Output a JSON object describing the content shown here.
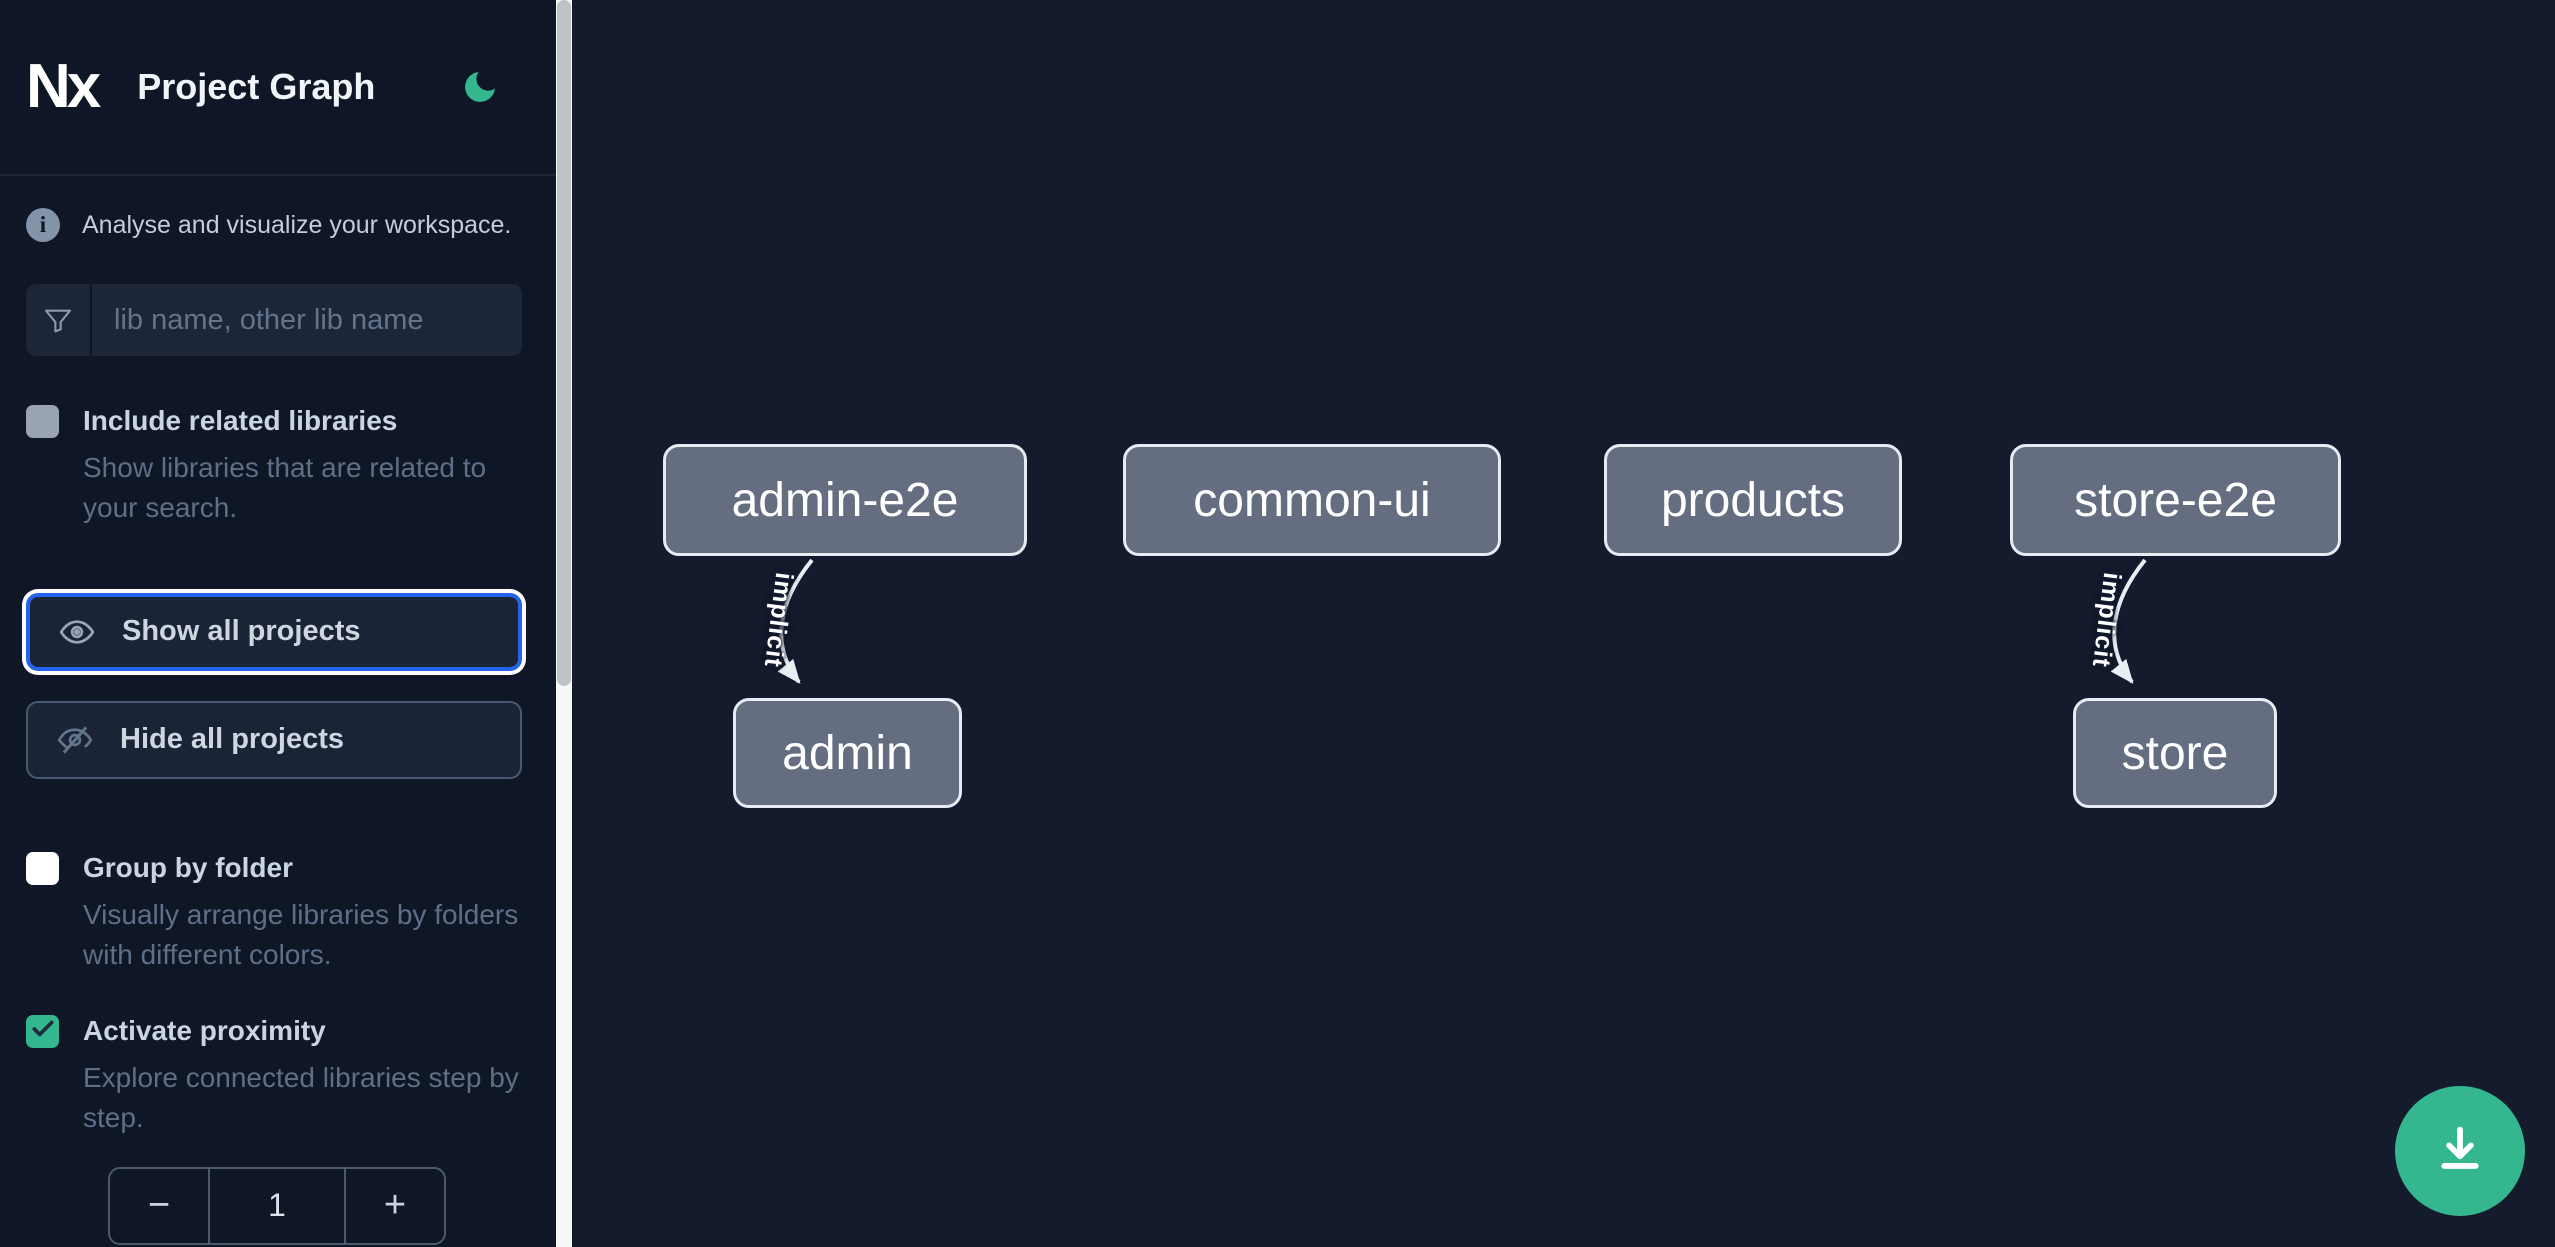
{
  "header": {
    "logo_text": "Nx",
    "title": "Project Graph"
  },
  "intro": {
    "text": "Analyse and visualize your workspace."
  },
  "search": {
    "placeholder": "lib name, other lib name",
    "value": ""
  },
  "controls": {
    "include_related": {
      "label": "Include related libraries",
      "description": "Show libraries that are related to your search.",
      "checked": false
    },
    "show_all": {
      "label": "Show all projects"
    },
    "hide_all": {
      "label": "Hide all projects"
    },
    "group_by_folder": {
      "label": "Group by folder",
      "description": "Visually arrange libraries by folders with different colors.",
      "checked": false
    },
    "activate_proximity": {
      "label": "Activate proximity",
      "description": "Explore connected libraries step by step.",
      "checked": true
    },
    "proximity_stepper": {
      "decrement_label": "−",
      "value": "1",
      "increment_label": "+"
    }
  },
  "graph": {
    "nodes": [
      {
        "id": "admin-e2e",
        "label": "admin-e2e"
      },
      {
        "id": "common-ui",
        "label": "common-ui"
      },
      {
        "id": "products",
        "label": "products"
      },
      {
        "id": "store-e2e",
        "label": "store-e2e"
      },
      {
        "id": "admin",
        "label": "admin"
      },
      {
        "id": "store",
        "label": "store"
      }
    ],
    "edges": [
      {
        "source": "admin-e2e",
        "target": "admin",
        "label": "implicit"
      },
      {
        "source": "store-e2e",
        "target": "store",
        "label": "implicit"
      }
    ]
  },
  "colors": {
    "accent_green": "#34b78f",
    "focus_blue": "#2464eb",
    "node_fill": "#646e80",
    "node_border": "#e7ecf2",
    "sidebar_bg": "#0f1727",
    "canvas_bg": "#131b2d"
  }
}
